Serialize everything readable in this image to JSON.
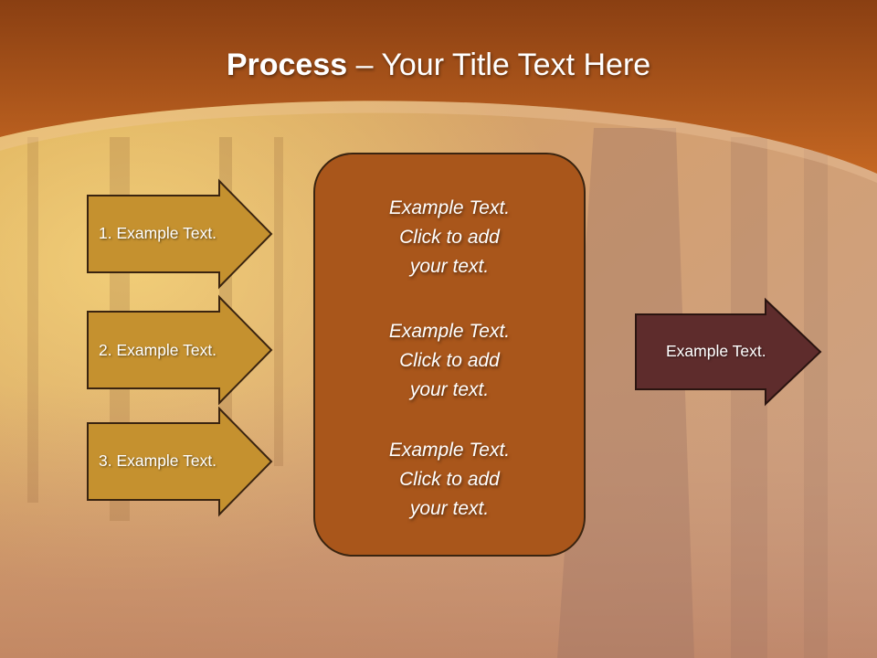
{
  "title": {
    "bold": "Process",
    "dash": " – ",
    "rest": "Your Title Text Here"
  },
  "colors": {
    "banner": "#b35a1a",
    "gold_arrow": "#c5912f",
    "center_box": "#a9561b",
    "output_arrow": "#5e2c2c",
    "outline": "#3a2410"
  },
  "inputs": [
    {
      "label": "1. Example Text."
    },
    {
      "label": "2. Example Text."
    },
    {
      "label": "3. Example Text."
    }
  ],
  "center_box": {
    "blocks": [
      {
        "lines": [
          "Example Text.",
          "Click  to add",
          "your text."
        ]
      },
      {
        "lines": [
          "Example Text.",
          "Click  to add",
          "your text."
        ]
      },
      {
        "lines": [
          "Example Text.",
          "Click  to add",
          "your text."
        ]
      }
    ]
  },
  "output": {
    "label": "Example Text."
  }
}
